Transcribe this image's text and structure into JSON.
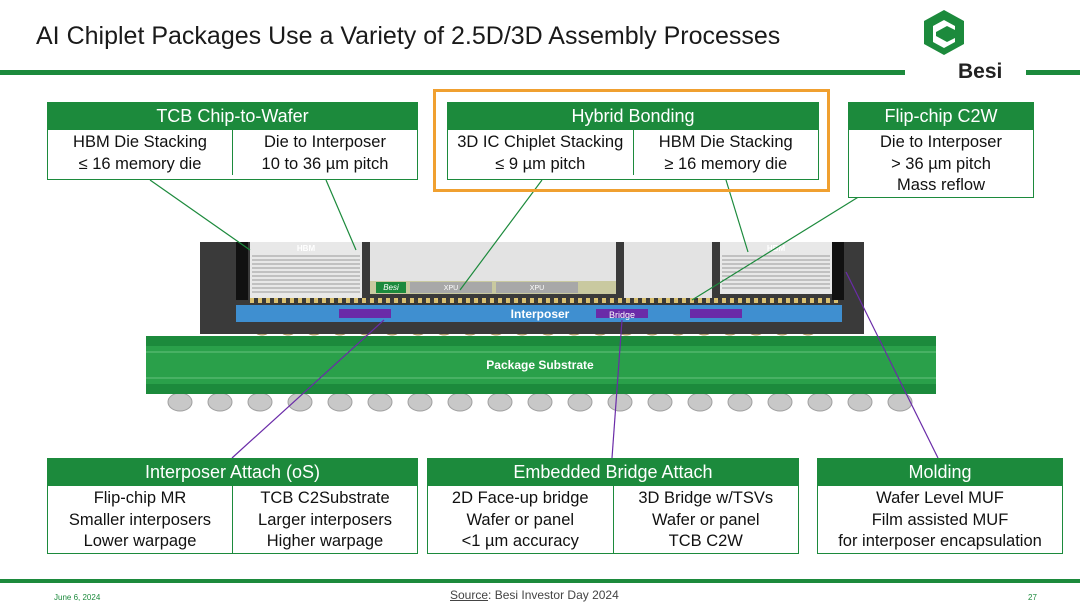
{
  "title": "AI Chiplet Packages Use a Variety of 2.5D/3D Assembly Processes",
  "logo_text": "Besi",
  "boxes": {
    "tcb_c2w": {
      "heading": "TCB Chip-to-Wafer",
      "col1": [
        "HBM Die Stacking",
        "≤ 16 memory die"
      ],
      "col2": [
        "Die to Interposer",
        "10 to 36 µm pitch"
      ]
    },
    "hybrid": {
      "heading": "Hybrid Bonding",
      "col1": [
        "3D IC Chiplet Stacking",
        "≤ 9 µm pitch"
      ],
      "col2": [
        "HBM Die Stacking",
        "≥ 16 memory die"
      ]
    },
    "flipchip_c2w": {
      "heading": "Flip-chip C2W",
      "col1": [
        "Die to Interposer",
        "> 36 µm pitch",
        "Mass reflow"
      ]
    },
    "interposer_attach": {
      "heading": "Interposer Attach (oS)",
      "col1": [
        "Flip-chip MR",
        "Smaller interposers",
        "Lower warpage"
      ],
      "col2": [
        "TCB C2Substrate",
        "Larger interposers",
        "Higher warpage"
      ]
    },
    "bridge_attach": {
      "heading": "Embedded Bridge Attach",
      "col1": [
        "2D Face-up bridge",
        "Wafer or panel",
        "<1 µm accuracy"
      ],
      "col2": [
        "3D Bridge w/TSVs",
        "Wafer or panel",
        "TCB C2W"
      ]
    },
    "molding": {
      "heading": "Molding",
      "col1": [
        "Wafer Level MUF",
        "Film assisted MUF",
        "for interposer encapsulation"
      ]
    }
  },
  "diagram": {
    "hbm_left": "HBM",
    "hbm_right": "HBM",
    "besi_tag": "Besi",
    "xpu_1": "XPU",
    "xpu_2": "XPU",
    "interposer": "Interposer",
    "bridge": "Bridge",
    "substrate": "Package Substrate"
  },
  "footer": {
    "date": "June 6, 2024",
    "source_label": "Source",
    "source_text": ": Besi Investor Day 2024",
    "page": "27"
  },
  "colors": {
    "brand_green": "#1c8a3c",
    "highlight_orange": "#f0a030",
    "interposer_blue": "#3f8fd0",
    "bridge_purple": "#6a2ba8"
  }
}
